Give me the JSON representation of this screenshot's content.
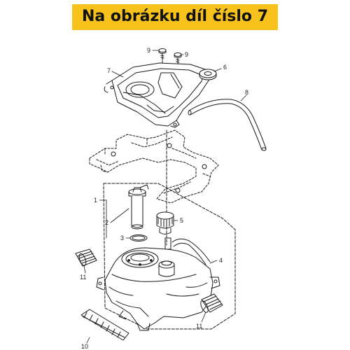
{
  "header": {
    "title": "Na obrázku díl číslo 7",
    "accent_color": "#f7c21b"
  },
  "diagram": {
    "line_color": "#1a1a1a",
    "callouts": {
      "c1": "1",
      "c2": "2",
      "c3": "3",
      "c4": "4",
      "c5": "5",
      "c6": "6",
      "c7": "7",
      "c8": "8",
      "c9a": "9",
      "c9b": "9",
      "c10": "10",
      "c11a": "11",
      "c11b": "11"
    }
  }
}
